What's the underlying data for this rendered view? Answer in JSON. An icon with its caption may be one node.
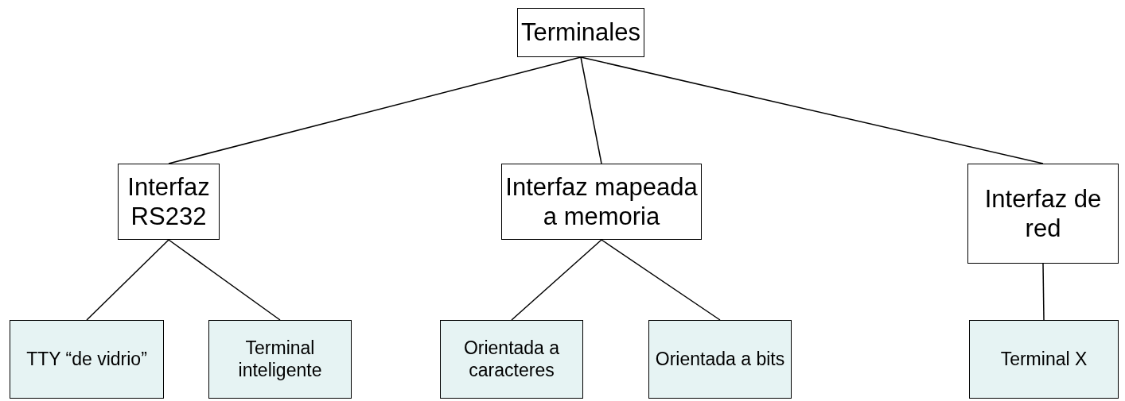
{
  "diagram": {
    "nodes": [
      {
        "text": [
          "Terminales"
        ]
      },
      {
        "text": [
          "Interfaz RS232"
        ]
      },
      {
        "text": [
          "Interfaz mapeada a memoria"
        ]
      },
      {
        "text": [
          "Interfaz de red"
        ]
      },
      {
        "text": [
          "TTY “de vidrio”"
        ]
      },
      {
        "text": [
          "Terminal inteligente"
        ]
      },
      {
        "text": [
          "Orientada a caracteres"
        ]
      },
      {
        "text": [
          "Orientada a bits"
        ]
      },
      {
        "text": [
          "Terminal X"
        ]
      }
    ],
    "edges": [
      {
        "from": 0,
        "to": 1,
        "arrow": "none"
      },
      {
        "from": 0,
        "to": 2,
        "arrow": "none"
      },
      {
        "from": 0,
        "to": 3,
        "arrow": "none"
      },
      {
        "from": 1,
        "to": 4,
        "arrow": "none"
      },
      {
        "from": 1,
        "to": 5,
        "arrow": "none"
      },
      {
        "from": 2,
        "to": 6,
        "arrow": "none"
      },
      {
        "from": 2,
        "to": 7,
        "arrow": "none"
      },
      {
        "from": 3,
        "to": 8,
        "arrow": "none"
      }
    ]
  }
}
